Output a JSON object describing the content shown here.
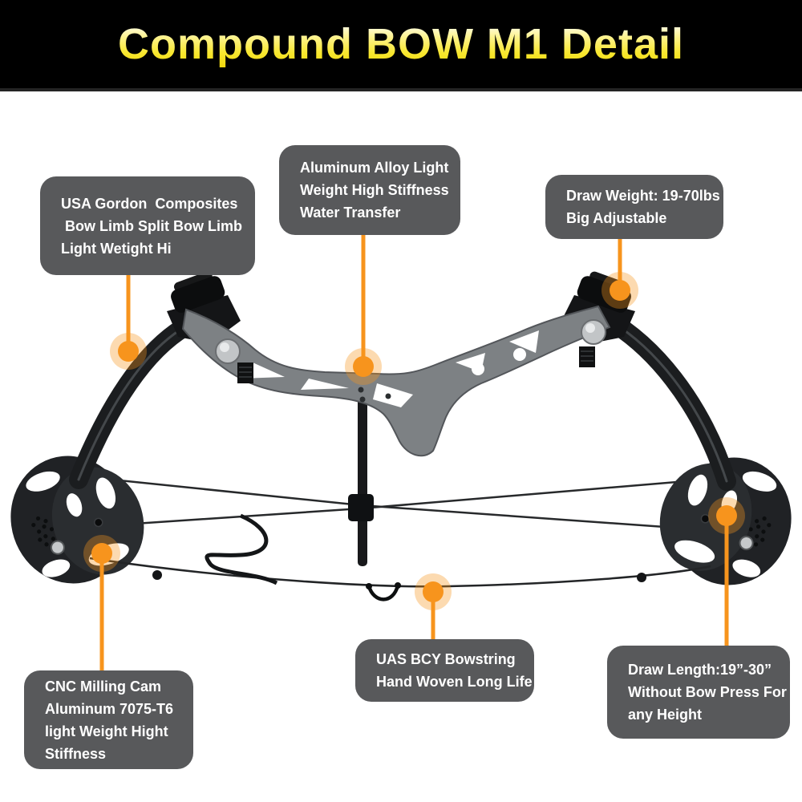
{
  "header": {
    "title": "Compound BOW M1 Detail"
  },
  "callouts": {
    "limb": {
      "label": "bow-limb-material",
      "lines": [
        "USA Gordon  Composites",
        " Bow Limb Split Bow Limb",
        "Light Wetight Hi"
      ]
    },
    "riser": {
      "label": "riser-material",
      "lines": [
        "Aluminum Alloy Light",
        "Weight High Stiffness",
        "Water Transfer"
      ]
    },
    "draw_weight": {
      "label": "draw-weight-spec",
      "lines": [
        "Draw Weight: 19-70lbs",
        "Big Adjustable"
      ]
    },
    "cam": {
      "label": "cam-material",
      "lines": [
        "CNC Milling Cam",
        "Aluminum 7075-T6",
        "light Weight Hight",
        "Stiffness"
      ]
    },
    "bowstring": {
      "label": "bowstring-material",
      "lines": [
        "UAS BCY Bowstring",
        "Hand Woven Long Life"
      ]
    },
    "draw_length": {
      "label": "draw-length-spec",
      "lines": [
        "Draw Length:19”-30”",
        "Without Bow Press For",
        "any Height"
      ]
    }
  },
  "colors": {
    "header_bg": "#000000",
    "header_text_top": "#FFFEF4",
    "header_text_bottom": "#F0D50A",
    "callout_bg": "#58595B",
    "callout_text": "#FFFFFF",
    "accent_orange": "#F7941D",
    "bow_dark": "#1C1E20",
    "riser_gray": "#7D8184",
    "background": "#FFFFFF"
  }
}
